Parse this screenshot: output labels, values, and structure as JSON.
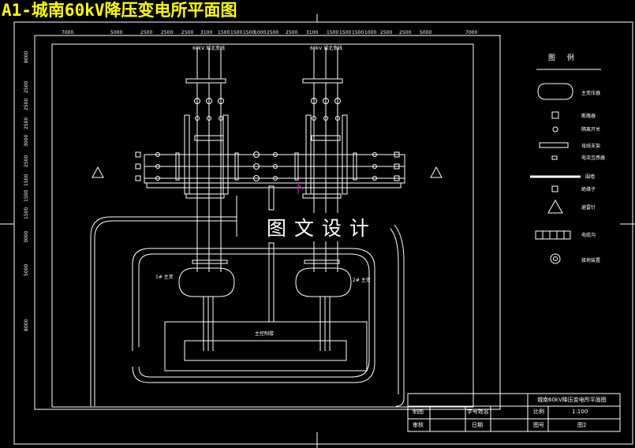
{
  "banner": {
    "title": "A1-城南60kV降压变电所平面图"
  },
  "watermark": {
    "text": "图文设计"
  },
  "dimensions": {
    "top": [
      "7000",
      "5000",
      "2500",
      "2500",
      "2500",
      "3100",
      "1500",
      "1500",
      "1500",
      "1000",
      "2500",
      "2500",
      "3100",
      "1500",
      "1500",
      "1500",
      "1000",
      "2500",
      "2500",
      "5000",
      "7000"
    ],
    "left": [
      "8000",
      "2500",
      "2500",
      "2500",
      "3000",
      "2500",
      "1500",
      "1500",
      "1500",
      "3000",
      "5000",
      "8000"
    ]
  },
  "plan": {
    "line_left": "60kV 城北变线",
    "line_right": "60kV 城北变线",
    "transformer_1": "1# 主变",
    "transformer_2": "2# 主变",
    "control_room": "主控制楼"
  },
  "legend": {
    "title": "图 例",
    "items": [
      {
        "icon": "transformer-symbol",
        "label": "主变压器"
      },
      {
        "icon": "breaker-symbol",
        "label": "断路器"
      },
      {
        "icon": "disconnector-symbol",
        "label": "隔离开关"
      },
      {
        "icon": "busbar-symbol",
        "label": "母线支架"
      },
      {
        "icon": "ct-symbol",
        "label": "电流互感器"
      },
      {
        "icon": "wall-symbol",
        "label": "围墙"
      },
      {
        "icon": "insulator-symbol",
        "label": "绝缘子"
      },
      {
        "icon": "lightning-rod-symbol",
        "label": "避雷针"
      },
      {
        "icon": "cable-trench-symbol",
        "label": "电缆沟"
      },
      {
        "icon": "grounding-symbol",
        "label": "接地装置"
      }
    ]
  },
  "title_block": {
    "drawing_name": "城南60kV降压变电所平面图",
    "drawn_label": "制图",
    "student_id_label": "学号姓名",
    "scale_label": "比例",
    "scale_value": "1:100",
    "review_label": "审核",
    "date_label": "日期",
    "number_label": "图号",
    "number_value": "图2"
  }
}
